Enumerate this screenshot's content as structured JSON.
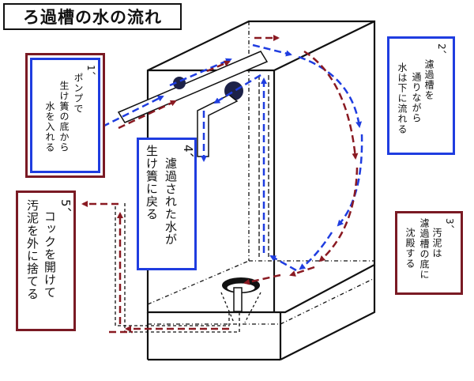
{
  "title": "ろ過槽の水の流れ",
  "notes": {
    "n1": [
      "1、",
      "ポンプで",
      "生け簀の底から",
      "水を入れる"
    ],
    "n2": [
      "2、",
      "濾過槽を",
      "通りながら",
      "水は下に流れる"
    ],
    "n3": [
      "3、",
      "汚泥は",
      "濾過槽の底に",
      "沈殿する"
    ],
    "n4": [
      "4、",
      "濾過された水が",
      "生け簀に戻る"
    ],
    "n5": [
      "5、",
      "コックを開けて",
      "汚泥を外に捨てる"
    ]
  },
  "colors": {
    "blue_arrow": "#1f3de0",
    "red_arrow": "#8a1a22",
    "red_border": "#7a1a24",
    "blue_border": "#1f3de0"
  },
  "icons": [
    "pump-ball-icon",
    "drain-cock-icon"
  ]
}
